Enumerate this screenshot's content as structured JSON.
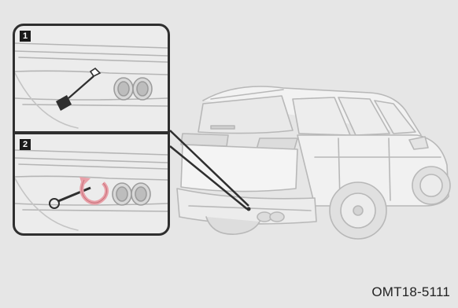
{
  "steps": [
    {
      "number": "1"
    },
    {
      "number": "2"
    }
  ],
  "figure_code": "OMT18-5111",
  "colors": {
    "background": "#e6e6e6",
    "inset_border": "#2f2f2f",
    "rotation_arrow": "#e8a0a8",
    "line_art": "#b5b5b5"
  }
}
